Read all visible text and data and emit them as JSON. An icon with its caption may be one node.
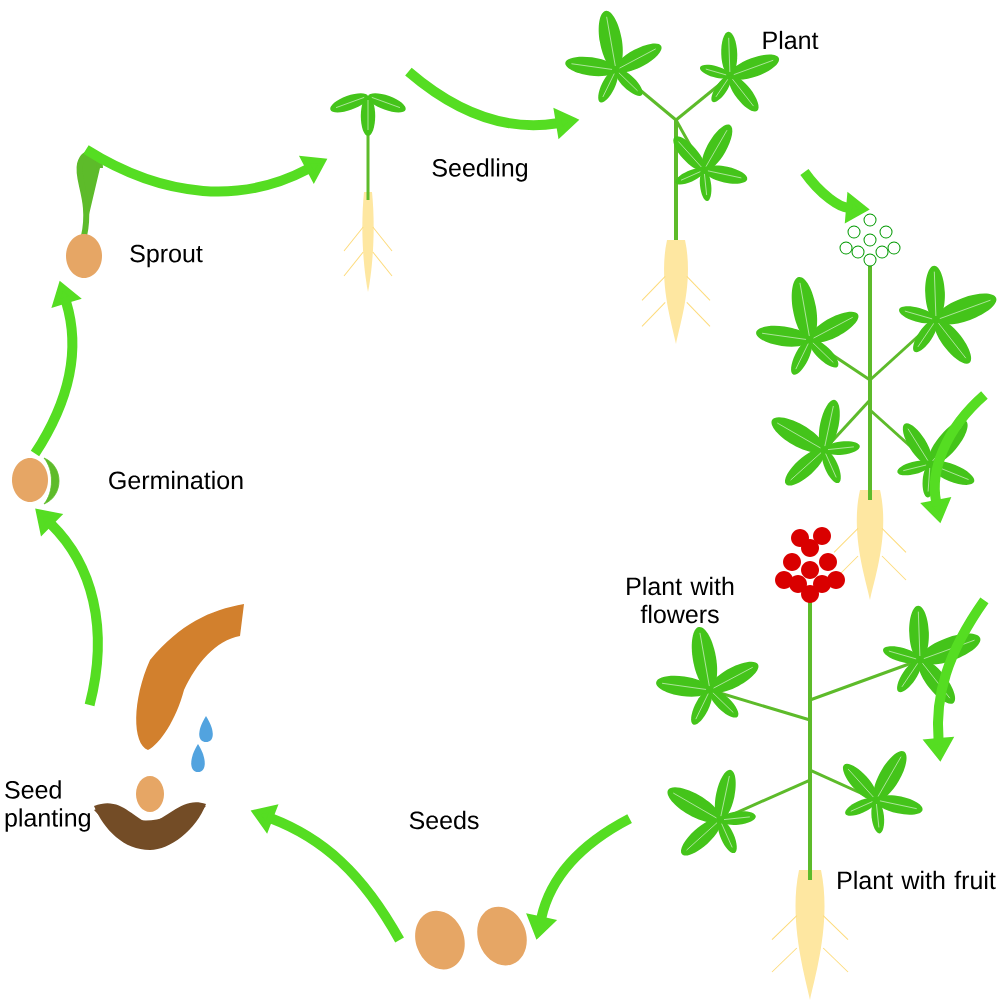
{
  "diagram": {
    "nodes": [
      {
        "text": [
          "Seed planting"
        ]
      },
      {
        "text": [
          "Germination"
        ]
      },
      {
        "text": [
          "Sprout"
        ]
      },
      {
        "text": [
          "Seedling"
        ]
      },
      {
        "text": [
          "Plant"
        ]
      },
      {
        "text": [
          "Plant with flowers"
        ]
      },
      {
        "text": [
          "Plant with fruit"
        ]
      },
      {
        "text": [
          "Seeds"
        ]
      }
    ],
    "edges": [
      {
        "from": 0,
        "to": 1,
        "arrow": "to"
      },
      {
        "from": 1,
        "to": 2,
        "arrow": "to"
      },
      {
        "from": 2,
        "to": 3,
        "arrow": "to"
      },
      {
        "from": 3,
        "to": 4,
        "arrow": "to"
      },
      {
        "from": 4,
        "to": 5,
        "arrow": "to"
      },
      {
        "from": 5,
        "to": 6,
        "arrow": "to"
      },
      {
        "from": 5,
        "to": 6,
        "arrow": "to"
      },
      {
        "from": 6,
        "to": 7,
        "arrow": "to"
      },
      {
        "from": 7,
        "to": 0,
        "arrow": "to"
      }
    ]
  }
}
